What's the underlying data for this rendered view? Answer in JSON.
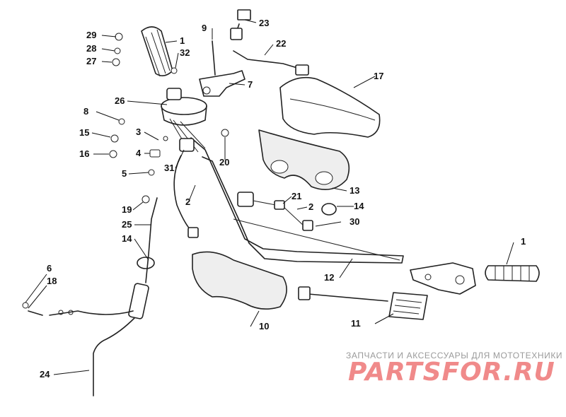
{
  "callouts": [
    "1",
    "2",
    "3",
    "4",
    "5",
    "6",
    "7",
    "8",
    "9",
    "10",
    "11",
    "12",
    "13",
    "14",
    "15",
    "16",
    "17",
    "18",
    "19",
    "20",
    "21",
    "22",
    "23",
    "24",
    "25",
    "26",
    "27",
    "28",
    "29",
    "30",
    "31",
    "32"
  ],
  "watermark": {
    "caption": "ЗАПЧАСТИ И АКСЕССУАРЫ ДЛЯ МОТОТЕХНИКИ",
    "logo": "PARTSFOR.RU"
  }
}
